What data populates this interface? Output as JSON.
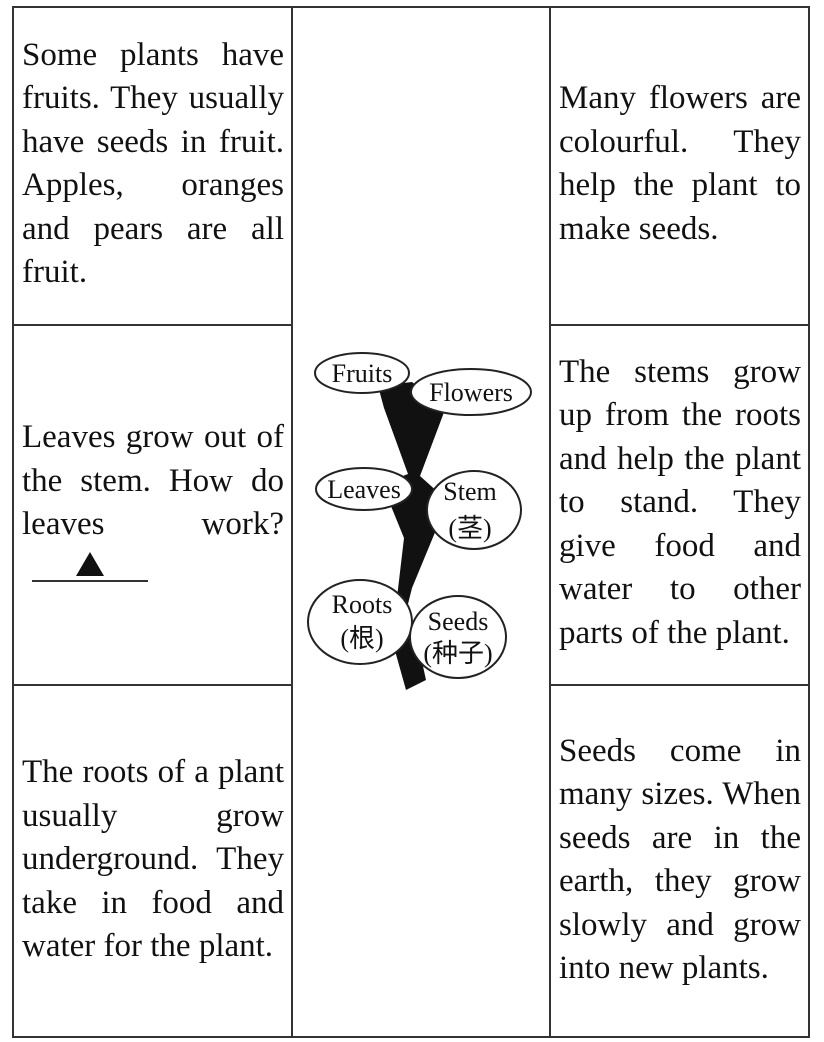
{
  "cells": {
    "fruits": "Some plants have fruits. They usually have seeds in fruit. Apples, oranges and pears are all fruit.",
    "flowers": "Many flowers are colourful. They help the plant to make seeds.",
    "leaves": "Leaves grow out of the stem. How do leaves work?",
    "stems": "The stems grow up from the roots and help the plant to stand. They give food and water to other parts of the plant.",
    "roots": "The roots of a plant usually grow underground. They take in food and water for the plant.",
    "seeds": "Seeds come in many sizes. When seeds are in the earth, they grow slowly and grow into new plants."
  },
  "diagram": {
    "fruits": "Fruits",
    "flowers": "Flowers",
    "leaves": "Leaves",
    "stem": "Stem",
    "stem_cn": "(茎)",
    "roots": "Roots",
    "roots_cn": "(根)",
    "seeds": "Seeds",
    "seeds_cn": "(种子)"
  }
}
